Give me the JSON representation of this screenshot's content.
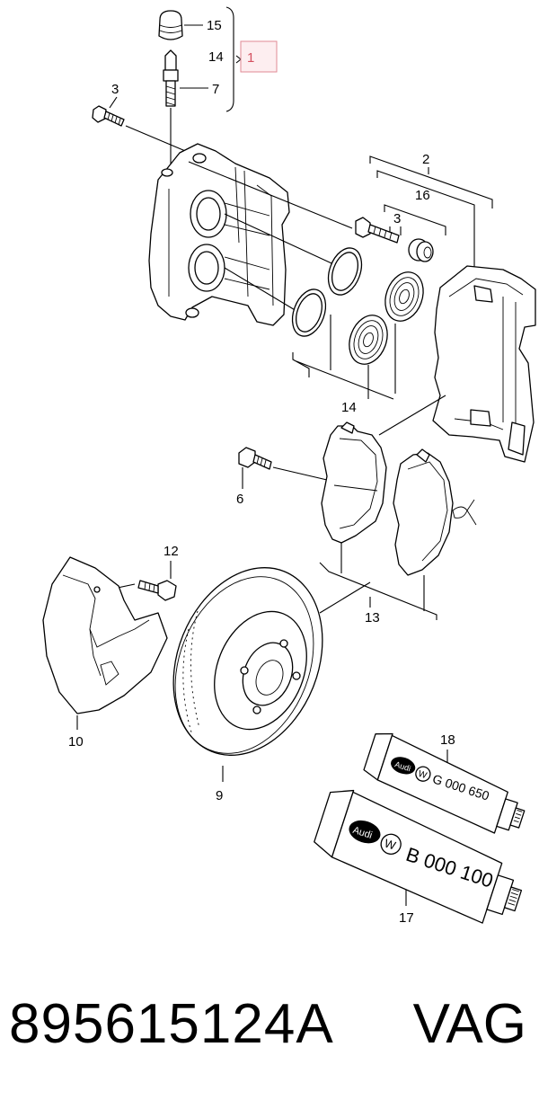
{
  "diagram": {
    "callouts": {
      "c15_top": "15",
      "c14_top": "14",
      "c1": "1",
      "c7": "7",
      "c3_left": "3",
      "c2": "2",
      "c16": "16",
      "c3_right": "3",
      "c14_bottom": "14",
      "c6": "6",
      "c12": "12",
      "c13": "13",
      "c10": "10",
      "c9": "9",
      "c18": "18",
      "c17": "17"
    },
    "tube_small": {
      "brand": "Audi",
      "code": "G 000 650"
    },
    "tube_large": {
      "brand": "Audi",
      "code": "B 000 100"
    },
    "colors": {
      "highlight_border": "#e08a95",
      "highlight_fill": "#fdeef0",
      "highlight_text": "#d4505f"
    }
  },
  "footer": {
    "part_number": "895615124A",
    "brand": "VAG"
  }
}
